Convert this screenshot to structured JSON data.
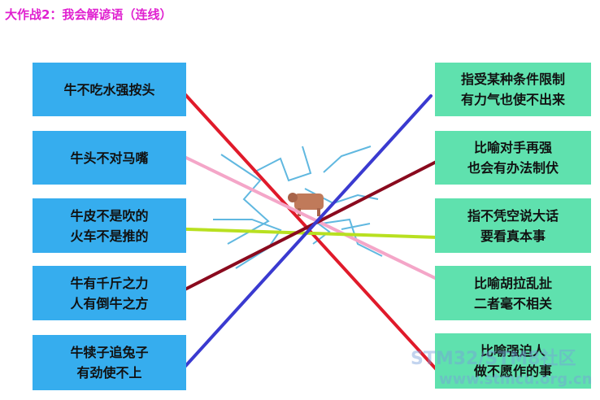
{
  "title": "大作战2：我会解谚语（连线）",
  "colors": {
    "title": "#e020d0",
    "left_box": "#36adee",
    "right_box": "#5fe1ae"
  },
  "left_items": [
    {
      "lines": [
        "牛不吃水强按头"
      ]
    },
    {
      "lines": [
        "牛头不对马嘴"
      ]
    },
    {
      "lines": [
        "牛皮不是吹的",
        "火车不是推的"
      ]
    },
    {
      "lines": [
        "牛有千斤之力",
        "人有倒牛之方"
      ]
    },
    {
      "lines": [
        "牛犊子追兔子",
        "有劲使不上"
      ]
    }
  ],
  "right_items": [
    {
      "lines": [
        "指受某种条件限制",
        "有力气也使不出来"
      ]
    },
    {
      "lines": [
        "比喻对手再强",
        "也会有办法制伏"
      ]
    },
    {
      "lines": [
        "指不凭空说大话",
        "要看真本事"
      ]
    },
    {
      "lines": [
        "比喻胡拉乱扯",
        "二者毫不相关"
      ]
    },
    {
      "lines": [
        "比喻强迫人",
        "做不愿作的事"
      ]
    }
  ],
  "connections": [
    {
      "from": 0,
      "to": 4,
      "color": "#e01a2a"
    },
    {
      "from": 1,
      "to": 3,
      "color": "#f4a6c8"
    },
    {
      "from": 2,
      "to": 2,
      "color": "#b8e020"
    },
    {
      "from": 3,
      "to": 1,
      "color": "#8a0a1e"
    },
    {
      "from": 4,
      "to": 0,
      "color": "#3a3ad0"
    }
  ],
  "watermark": {
    "line1": "STM32/STM8社区",
    "line2": "www.stmcu.org.cn"
  }
}
